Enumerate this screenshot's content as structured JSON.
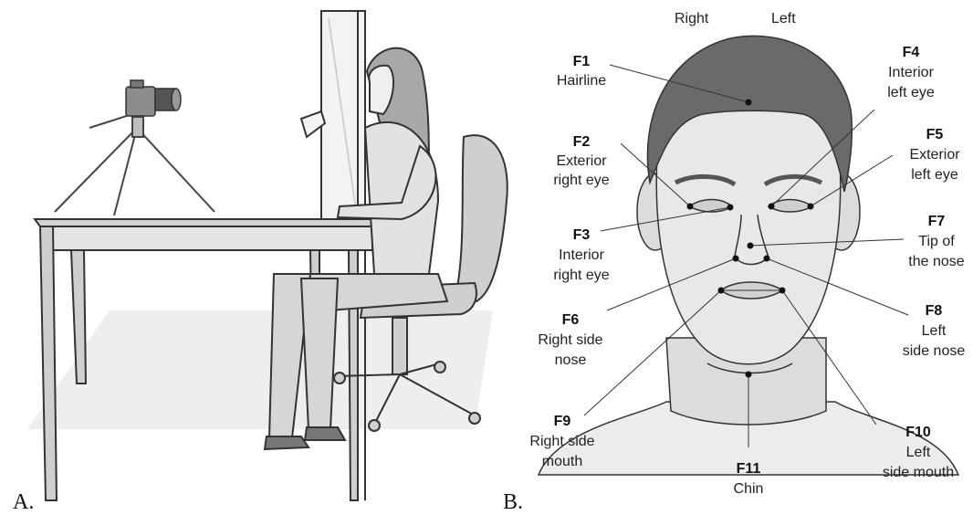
{
  "panels": {
    "a": "A.",
    "b": "B."
  },
  "orientation": {
    "right": "Right",
    "left": "Left"
  },
  "landmarks": [
    {
      "code": "F1",
      "lines": [
        "Hairline"
      ]
    },
    {
      "code": "F2",
      "lines": [
        "Exterior",
        "right eye"
      ]
    },
    {
      "code": "F3",
      "lines": [
        "Interior",
        "right eye"
      ]
    },
    {
      "code": "F4",
      "lines": [
        "Interior",
        "left eye"
      ]
    },
    {
      "code": "F5",
      "lines": [
        "Exterior",
        "left eye"
      ]
    },
    {
      "code": "F6",
      "lines": [
        "Right side",
        "nose"
      ]
    },
    {
      "code": "F7",
      "lines": [
        "Tip of",
        "the nose"
      ]
    },
    {
      "code": "F8",
      "lines": [
        "Left",
        "side nose"
      ]
    },
    {
      "code": "F9",
      "lines": [
        "Right side",
        "mouth"
      ]
    },
    {
      "code": "F10",
      "lines": [
        "Left",
        "side mouth"
      ]
    },
    {
      "code": "F11",
      "lines": [
        "Chin"
      ]
    }
  ],
  "colors": {
    "ink": "#222222",
    "fill_light": "#d9d9d9",
    "fill_mid": "#b9b9b9",
    "hair": "#6a6a6a",
    "floor": "#eeeeee"
  }
}
